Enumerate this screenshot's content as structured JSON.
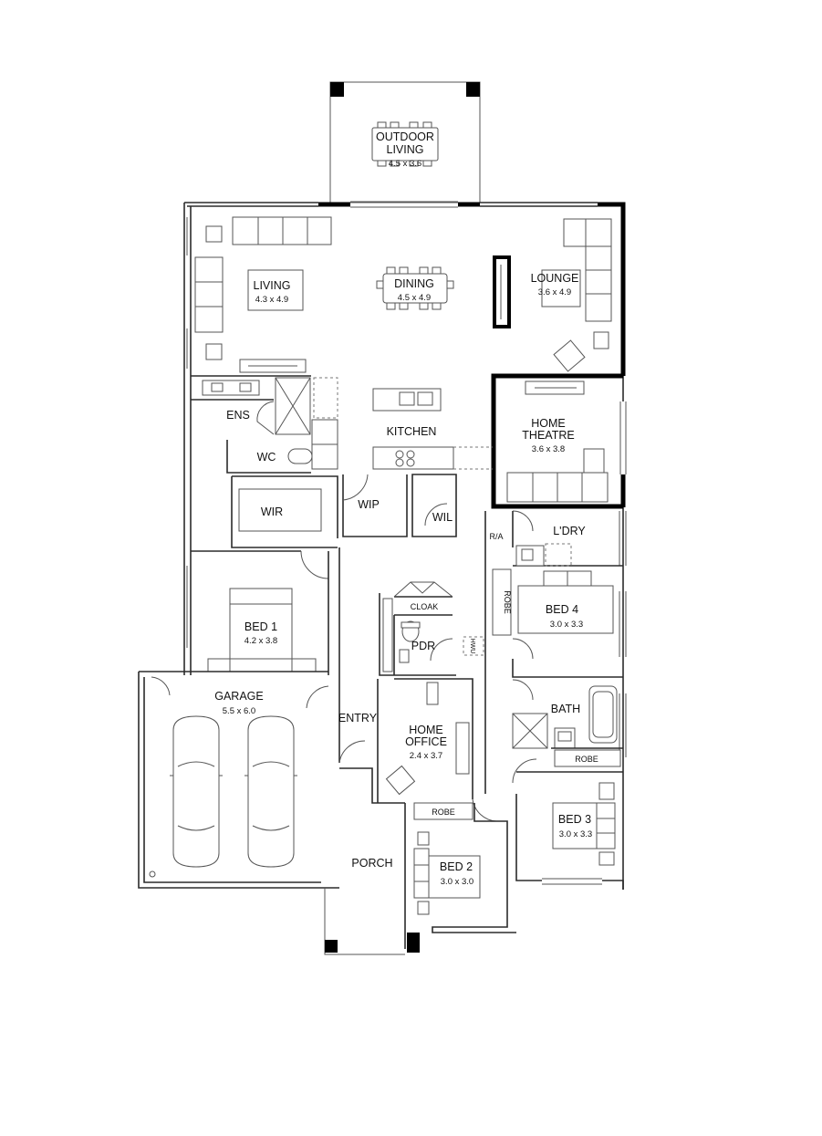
{
  "rooms": {
    "outdoor": {
      "name_line1": "OUTDOOR",
      "name_line2": "LIVING",
      "dims": "4.5 x 3.6"
    },
    "living": {
      "name": "LIVING",
      "dims": "4.3 x 4.9"
    },
    "dining": {
      "name": "DINING",
      "dims": "4.5 x 4.9"
    },
    "lounge": {
      "name": "LOUNGE",
      "dims": "3.6 x 4.9"
    },
    "theatre": {
      "name_line1": "HOME",
      "name_line2": "THEATRE",
      "dims": "3.6 x 3.8"
    },
    "kitchen": {
      "name": "KITCHEN"
    },
    "ens": {
      "name": "ENS"
    },
    "wc": {
      "name": "WC"
    },
    "wir": {
      "name": "WIR"
    },
    "wip": {
      "name": "WIP"
    },
    "wil": {
      "name": "WIL"
    },
    "ra": {
      "name": "R/A"
    },
    "ldry": {
      "name": "L'DRY"
    },
    "bed1": {
      "name": "BED 1",
      "dims": "4.2 x 3.8"
    },
    "bed4": {
      "name": "BED 4",
      "dims": "3.0 x 3.3"
    },
    "robe4": {
      "name": "ROBE"
    },
    "cloak": {
      "name": "CLOAK"
    },
    "pdr": {
      "name": "PDR"
    },
    "hwu": {
      "name": "HWU"
    },
    "garage": {
      "name": "GARAGE",
      "dims": "5.5 x 6.0"
    },
    "entry": {
      "name": "ENTRY"
    },
    "office": {
      "name_line1": "HOME",
      "name_line2": "OFFICE",
      "dims": "2.4 x 3.7"
    },
    "bath": {
      "name": "BATH"
    },
    "robe3": {
      "name": "ROBE"
    },
    "robe2": {
      "name": "ROBE"
    },
    "bed3": {
      "name": "BED 3",
      "dims": "3.0 x 3.3"
    },
    "bed2": {
      "name": "BED 2",
      "dims": "3.0 x 3.0"
    },
    "porch": {
      "name": "PORCH"
    }
  }
}
